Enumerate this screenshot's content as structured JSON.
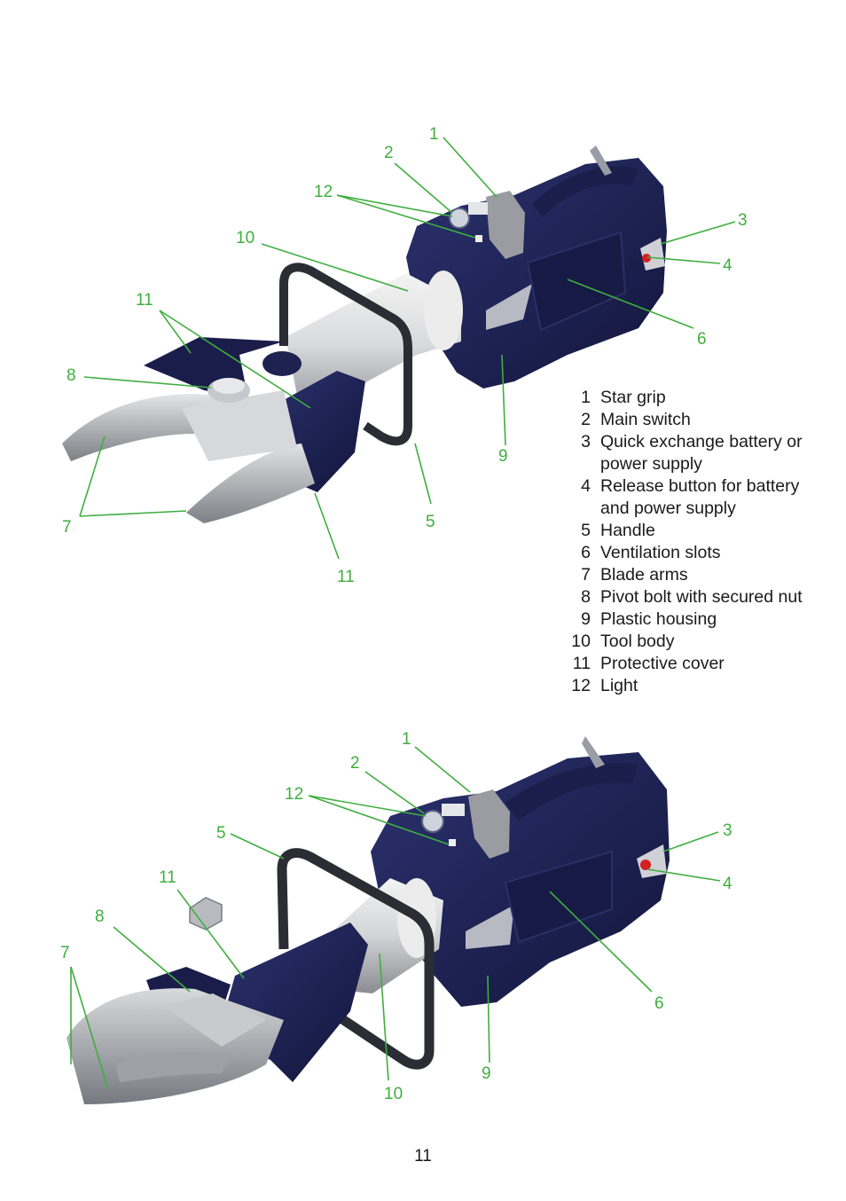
{
  "legend": [
    {
      "num": "1",
      "label": "Star grip"
    },
    {
      "num": "2",
      "label": "Main switch"
    },
    {
      "num": "3",
      "label": "Quick exchange battery or power supply"
    },
    {
      "num": "4",
      "label": "Release button for battery and power supply"
    },
    {
      "num": "5",
      "label": "Handle"
    },
    {
      "num": "6",
      "label": "Ventilation slots"
    },
    {
      "num": "7",
      "label": "Blade arms"
    },
    {
      "num": "8",
      "label": "Pivot bolt with secured nut"
    },
    {
      "num": "9",
      "label": "Plastic housing"
    },
    {
      "num": "10",
      "label": "Tool body"
    },
    {
      "num": "11",
      "label": "Protective cover"
    },
    {
      "num": "12",
      "label": "Light"
    }
  ],
  "figure_top": {
    "callouts": [
      "1",
      "2",
      "12",
      "10",
      "3",
      "4",
      "11",
      "6",
      "8",
      "9",
      "5",
      "7",
      "11"
    ]
  },
  "figure_bottom": {
    "callouts": [
      "1",
      "2",
      "12",
      "5",
      "3",
      "11",
      "4",
      "8",
      "7",
      "6",
      "9",
      "10"
    ]
  },
  "page_number": "11",
  "colors": {
    "callout": "#3fae3f",
    "housing": "#1f2356",
    "metal": "#b9bcc2",
    "accent_red": "#d42020"
  }
}
